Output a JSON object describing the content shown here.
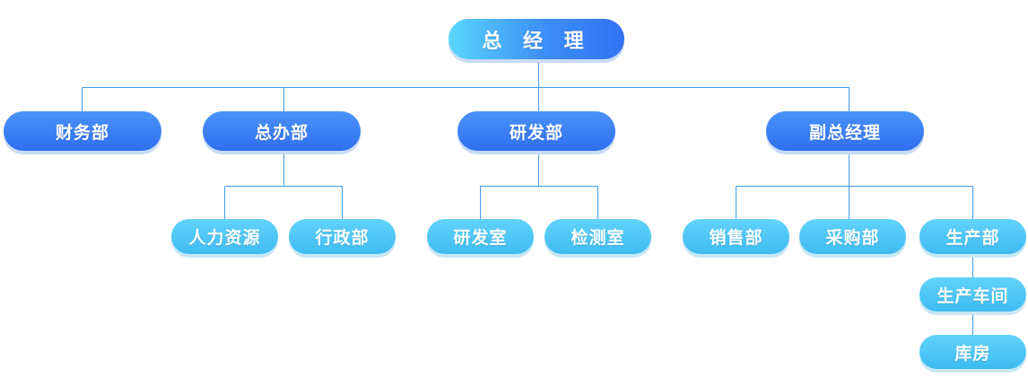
{
  "nodes": {
    "root": "总 经 理",
    "finance": "财务部",
    "general_office": "总办部",
    "rnd_dept": "研发部",
    "deputy_gm": "副总经理",
    "hr": "人力资源",
    "admin": "行政部",
    "rnd_room": "研发室",
    "testing_room": "检测室",
    "sales": "销售部",
    "purchasing": "采购部",
    "production": "生产部",
    "workshop": "生产车间",
    "warehouse": "库房"
  },
  "colors": {
    "line": "#3d9df2",
    "dark_node": "#3a7ff5",
    "light_node": "#4cc6f6",
    "root_gradient_start": "#5ad6fb",
    "root_gradient_end": "#3273f2"
  }
}
